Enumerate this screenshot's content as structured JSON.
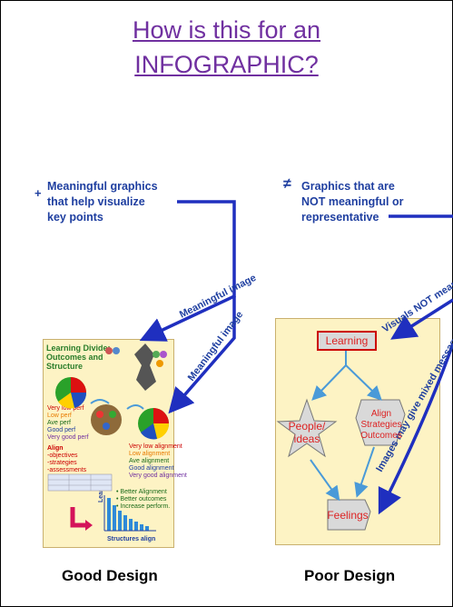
{
  "title": {
    "line1": "How is this for an",
    "line2": "INFOGRAPHIC?"
  },
  "left_note": {
    "bullet": "+",
    "lines": [
      "Meaningful graphics",
      "that help visualize",
      "key points"
    ]
  },
  "right_note": {
    "bullet": "≠",
    "lines": [
      "Graphics that are",
      "NOT meaningful or",
      "representative"
    ]
  },
  "arrow_labels": {
    "left_upper": "Meaningful image",
    "left_lower": "Meaningful image",
    "right_upper": "Visuals NOT meaningful",
    "right_lower": "Images may give mixed messages"
  },
  "good_infographic": {
    "heading": [
      "Learning Divide:",
      "Outcomes and",
      "Structure"
    ],
    "perf_list": [
      "Very low perf",
      "Low perf",
      "Ave perf",
      "Good perf",
      "Very good perf"
    ],
    "align_list": [
      "Align",
      "-objectives",
      "-strategies",
      "-assessments"
    ],
    "alignment_list": [
      "Very low alignment",
      "Low alignment",
      "Ave alignment",
      "Good alignment",
      "Very good alignment"
    ],
    "outcomes_list": [
      "• Better Alignment",
      "• Better outcomes",
      "• Increase perform."
    ],
    "y_label": "Learning",
    "x_label": "Structures align"
  },
  "poor_diagram": {
    "learning": "Learning",
    "people": "People/ ideas",
    "align": "Align Strategies Outcomes",
    "feelings": "Feelings"
  },
  "captions": {
    "left": "Good Design",
    "right": "Poor Design"
  },
  "colors": {
    "arrow": "#1f2fbf",
    "title": "#7030a0",
    "panel_bg": "#fdf3c4"
  }
}
